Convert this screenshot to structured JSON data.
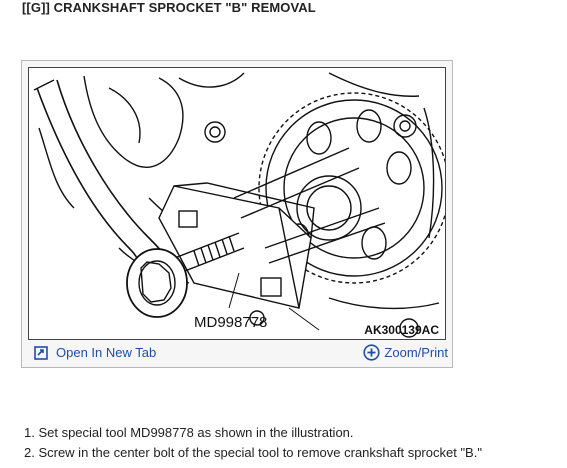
{
  "title": "[[G]] CRANKSHAFT SPROCKET \"B\" REMOVAL",
  "figure": {
    "part_label": "MD998778",
    "figure_code": "AK300139AC",
    "open_tab_label": "Open In New Tab",
    "zoom_label": "Zoom/Print"
  },
  "steps": [
    "1. Set special tool MD998778 as shown in the illustration.",
    "2. Screw in the center bolt of the special tool to remove crankshaft sprocket \"B.\""
  ]
}
